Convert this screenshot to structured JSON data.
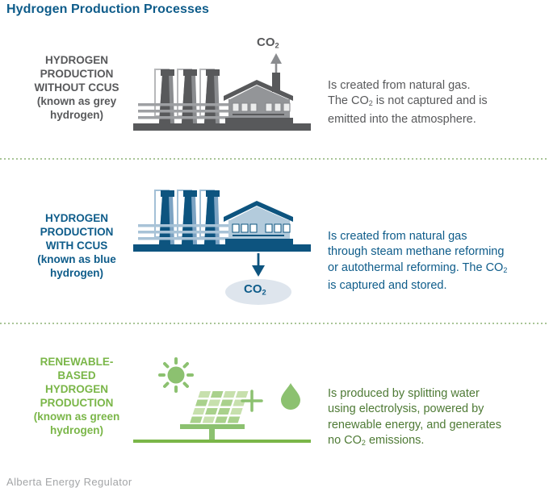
{
  "title": "Hydrogen Production Processes",
  "footer": "Alberta Energy Regulator",
  "colors": {
    "title_blue": "#0e5c8a",
    "grey_text": "#58595b",
    "blue_text": "#0e5c8a",
    "green_label": "#7ab648",
    "green_text": "#4e7a35",
    "separator_dots": "#a9c597"
  },
  "co2_label": {
    "main": "CO",
    "sub": "2"
  },
  "rows": [
    {
      "id": "grey-hydrogen",
      "label": "HYDROGEN\nPRODUCTION\nWITHOUT CCUS\n(known as grey\nhydrogen)",
      "desc_pre": "Is created from natural gas.\nThe ",
      "desc_co2": "CO",
      "desc_sub": "2",
      "desc_post": " is not captured and is\nemitted into the atmosphere."
    },
    {
      "id": "blue-hydrogen",
      "label": "HYDROGEN\nPRODUCTION\nWITH CCUS\n(known as blue\nhydrogen)",
      "desc_pre": "Is created from natural gas\nthrough steam methane reforming\nor autothermal reforming. The ",
      "desc_co2": "CO",
      "desc_sub": "2",
      "desc_post": "\nis captured and stored."
    },
    {
      "id": "green-hydrogen",
      "label": "RENEWABLE-\nBASED\nHYDROGEN\nPRODUCTION\n(known as green\nhydrogen)",
      "desc_pre": "Is produced by splitting water\nusing electrolysis, powered by\nrenewable energy, and generates\nno ",
      "desc_co2": "CO",
      "desc_sub": "2",
      "desc_post": " emissions."
    }
  ]
}
